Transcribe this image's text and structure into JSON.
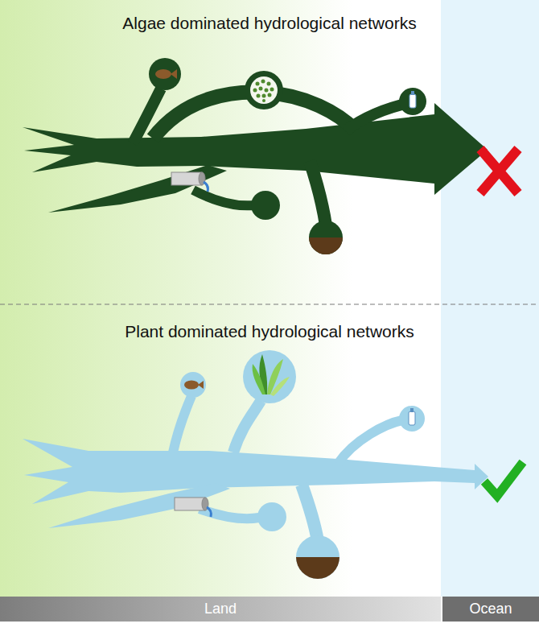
{
  "diagram": {
    "nodes": [
      {
        "text": [
          "Land"
        ]
      },
      {
        "text": [
          "Ocean"
        ]
      }
    ],
    "labels": [
      "Algae dominated hydrological networks",
      "Plant dominated hydrological networks"
    ]
  }
}
